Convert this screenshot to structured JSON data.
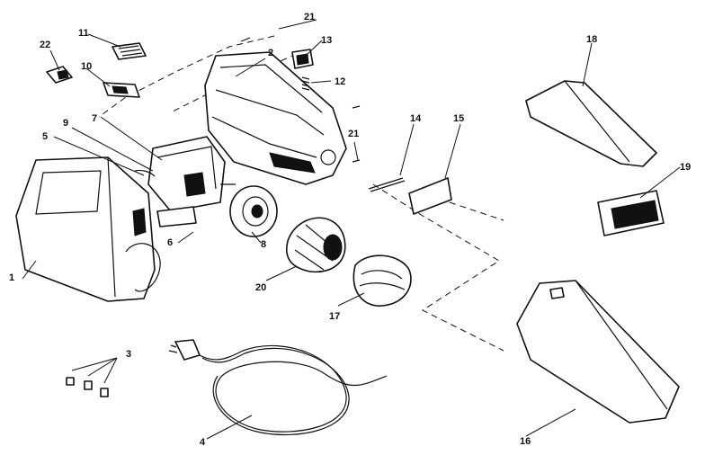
{
  "diagram": {
    "callouts": [
      "1",
      "2",
      "3",
      "4",
      "5",
      "6",
      "7",
      "8",
      "9",
      "10",
      "11",
      "12",
      "13",
      "14",
      "15",
      "16",
      "17",
      "18",
      "19",
      "20",
      "21",
      "21",
      "22"
    ]
  }
}
